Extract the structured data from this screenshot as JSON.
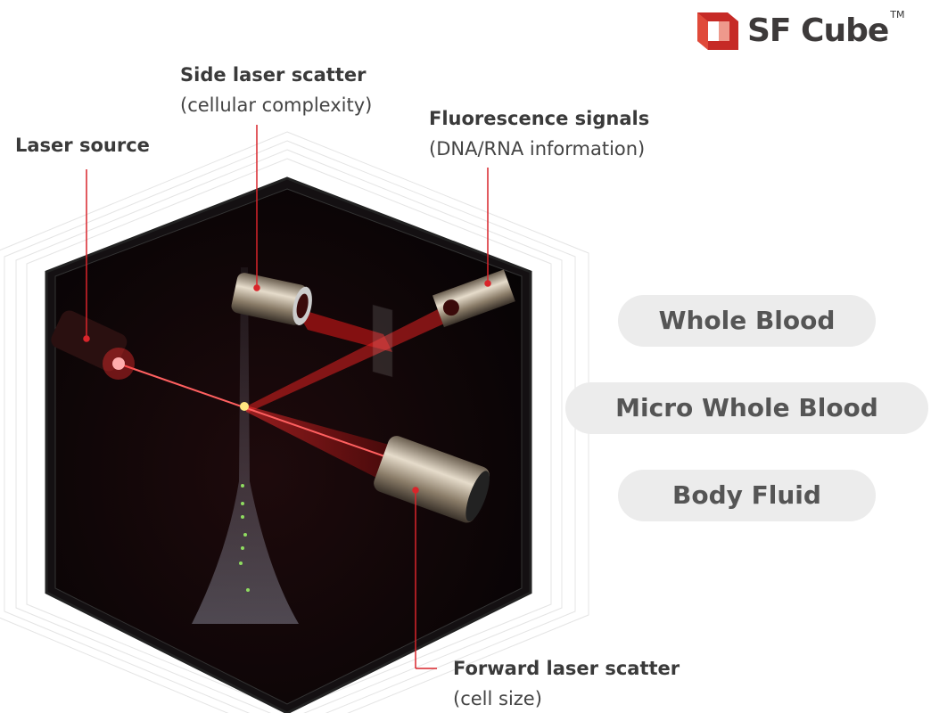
{
  "logo": {
    "name": "SF Cube",
    "trademark": "TM"
  },
  "labels": {
    "laser_source": {
      "title": "Laser source"
    },
    "side_scatter": {
      "title": "Side laser scatter",
      "subtitle": "(cellular complexity)"
    },
    "fluorescence": {
      "title": "Fluorescence signals",
      "subtitle": "(DNA/RNA information)"
    },
    "forward_scatter": {
      "title": "Forward laser scatter",
      "subtitle": "(cell size)"
    }
  },
  "sample_types": [
    "Whole Blood",
    "Micro Whole Blood",
    "Body Fluid"
  ],
  "colors": {
    "accent": "#d9252b",
    "pill": "#ececec",
    "hex_bg": "#0b0708"
  }
}
